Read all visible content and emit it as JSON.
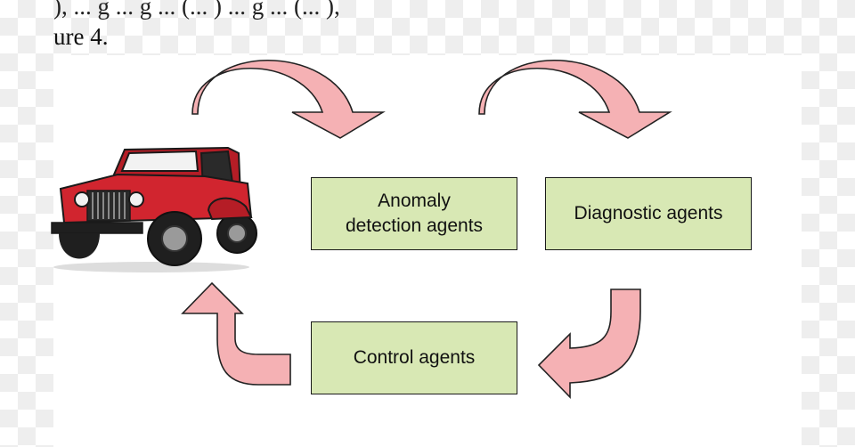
{
  "top_text": {
    "line1": "), ... g ... g ... (... ) ... g ... (... ),",
    "line2": "ure 4."
  },
  "diagram": {
    "boxes": {
      "anomaly": {
        "line1": "Anomaly",
        "line2": "detection agents"
      },
      "diagnostic": "Diagnostic agents",
      "control": "Control agents"
    },
    "colors": {
      "box_fill": "#d8e8b4",
      "arrow_fill": "#f5b1b4",
      "jeep_body": "#c8202a"
    },
    "icons": {
      "vehicle": "red-jeep-icon",
      "arrows": [
        "curved-arrow-right",
        "curved-arrow-right",
        "curved-arrow-down-left",
        "curved-arrow-up"
      ]
    }
  }
}
